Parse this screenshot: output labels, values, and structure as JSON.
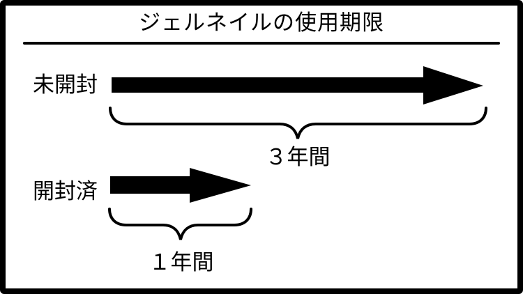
{
  "colors": {
    "ink": "#000000",
    "paper": "#ffffff"
  },
  "title": "ジェルネイルの使用期限",
  "rows": [
    {
      "label": "未開封",
      "duration": "３年間"
    },
    {
      "label": "開封済",
      "duration": "１年間"
    }
  ]
}
